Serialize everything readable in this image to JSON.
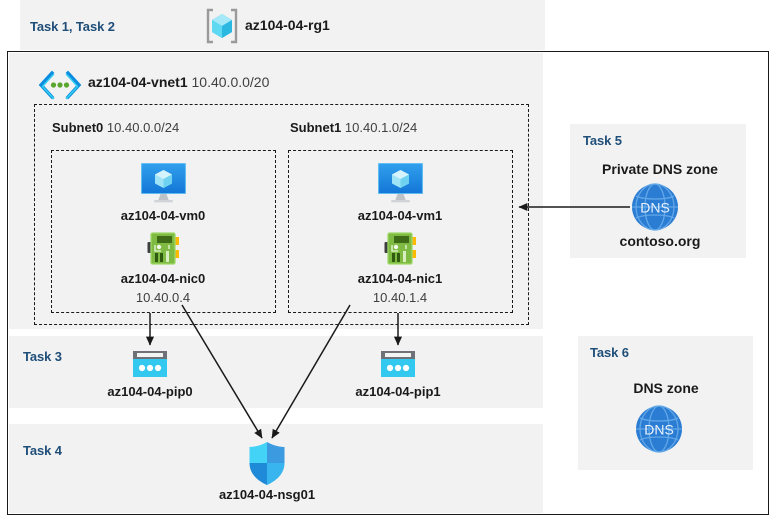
{
  "diagram": {
    "resource_group": {
      "task_label": "Task 1, Task 2",
      "name": "az104-04-rg1",
      "icon": "resource-group-cube-icon"
    },
    "vnet": {
      "name": "az104-04-vnet1",
      "address_space": "10.40.0.0/20",
      "icon": "virtual-network-icon"
    },
    "subnets": [
      {
        "name": "Subnet0",
        "address_prefix": "10.40.0.0/24",
        "vm": {
          "name": "az104-04-vm0",
          "icon": "virtual-machine-icon"
        },
        "nic": {
          "name": "az104-04-nic0",
          "private_ip": "10.40.0.4",
          "icon": "network-interface-icon"
        }
      },
      {
        "name": "Subnet1",
        "address_prefix": "10.40.1.0/24",
        "vm": {
          "name": "az104-04-vm1",
          "icon": "virtual-machine-icon"
        },
        "nic": {
          "name": "az104-04-nic1",
          "private_ip": "10.40.1.4",
          "icon": "network-interface-icon"
        }
      }
    ],
    "public_ips": {
      "task_label": "Task 3",
      "items": [
        {
          "name": "az104-04-pip0",
          "icon": "public-ip-address-icon"
        },
        {
          "name": "az104-04-pip1",
          "icon": "public-ip-address-icon"
        }
      ]
    },
    "nsg": {
      "task_label": "Task 4",
      "name": "az104-04-nsg01",
      "icon": "network-security-group-shield-icon"
    },
    "private_dns_zone": {
      "task_label": "Task 5",
      "heading": "Private DNS zone",
      "name": "contoso.org",
      "icon": "dns-globe-icon"
    },
    "dns_zone": {
      "task_label": "Task 6",
      "heading": "DNS zone",
      "icon": "dns-globe-icon"
    },
    "colors": {
      "task_text": "#1f4e79",
      "panel_bg": "#f2f2f2",
      "azure_blue": "#0078d4",
      "cyan": "#32c8f0",
      "nic_green": "#7fba42",
      "dns_blue": "#2b7cd3"
    }
  }
}
